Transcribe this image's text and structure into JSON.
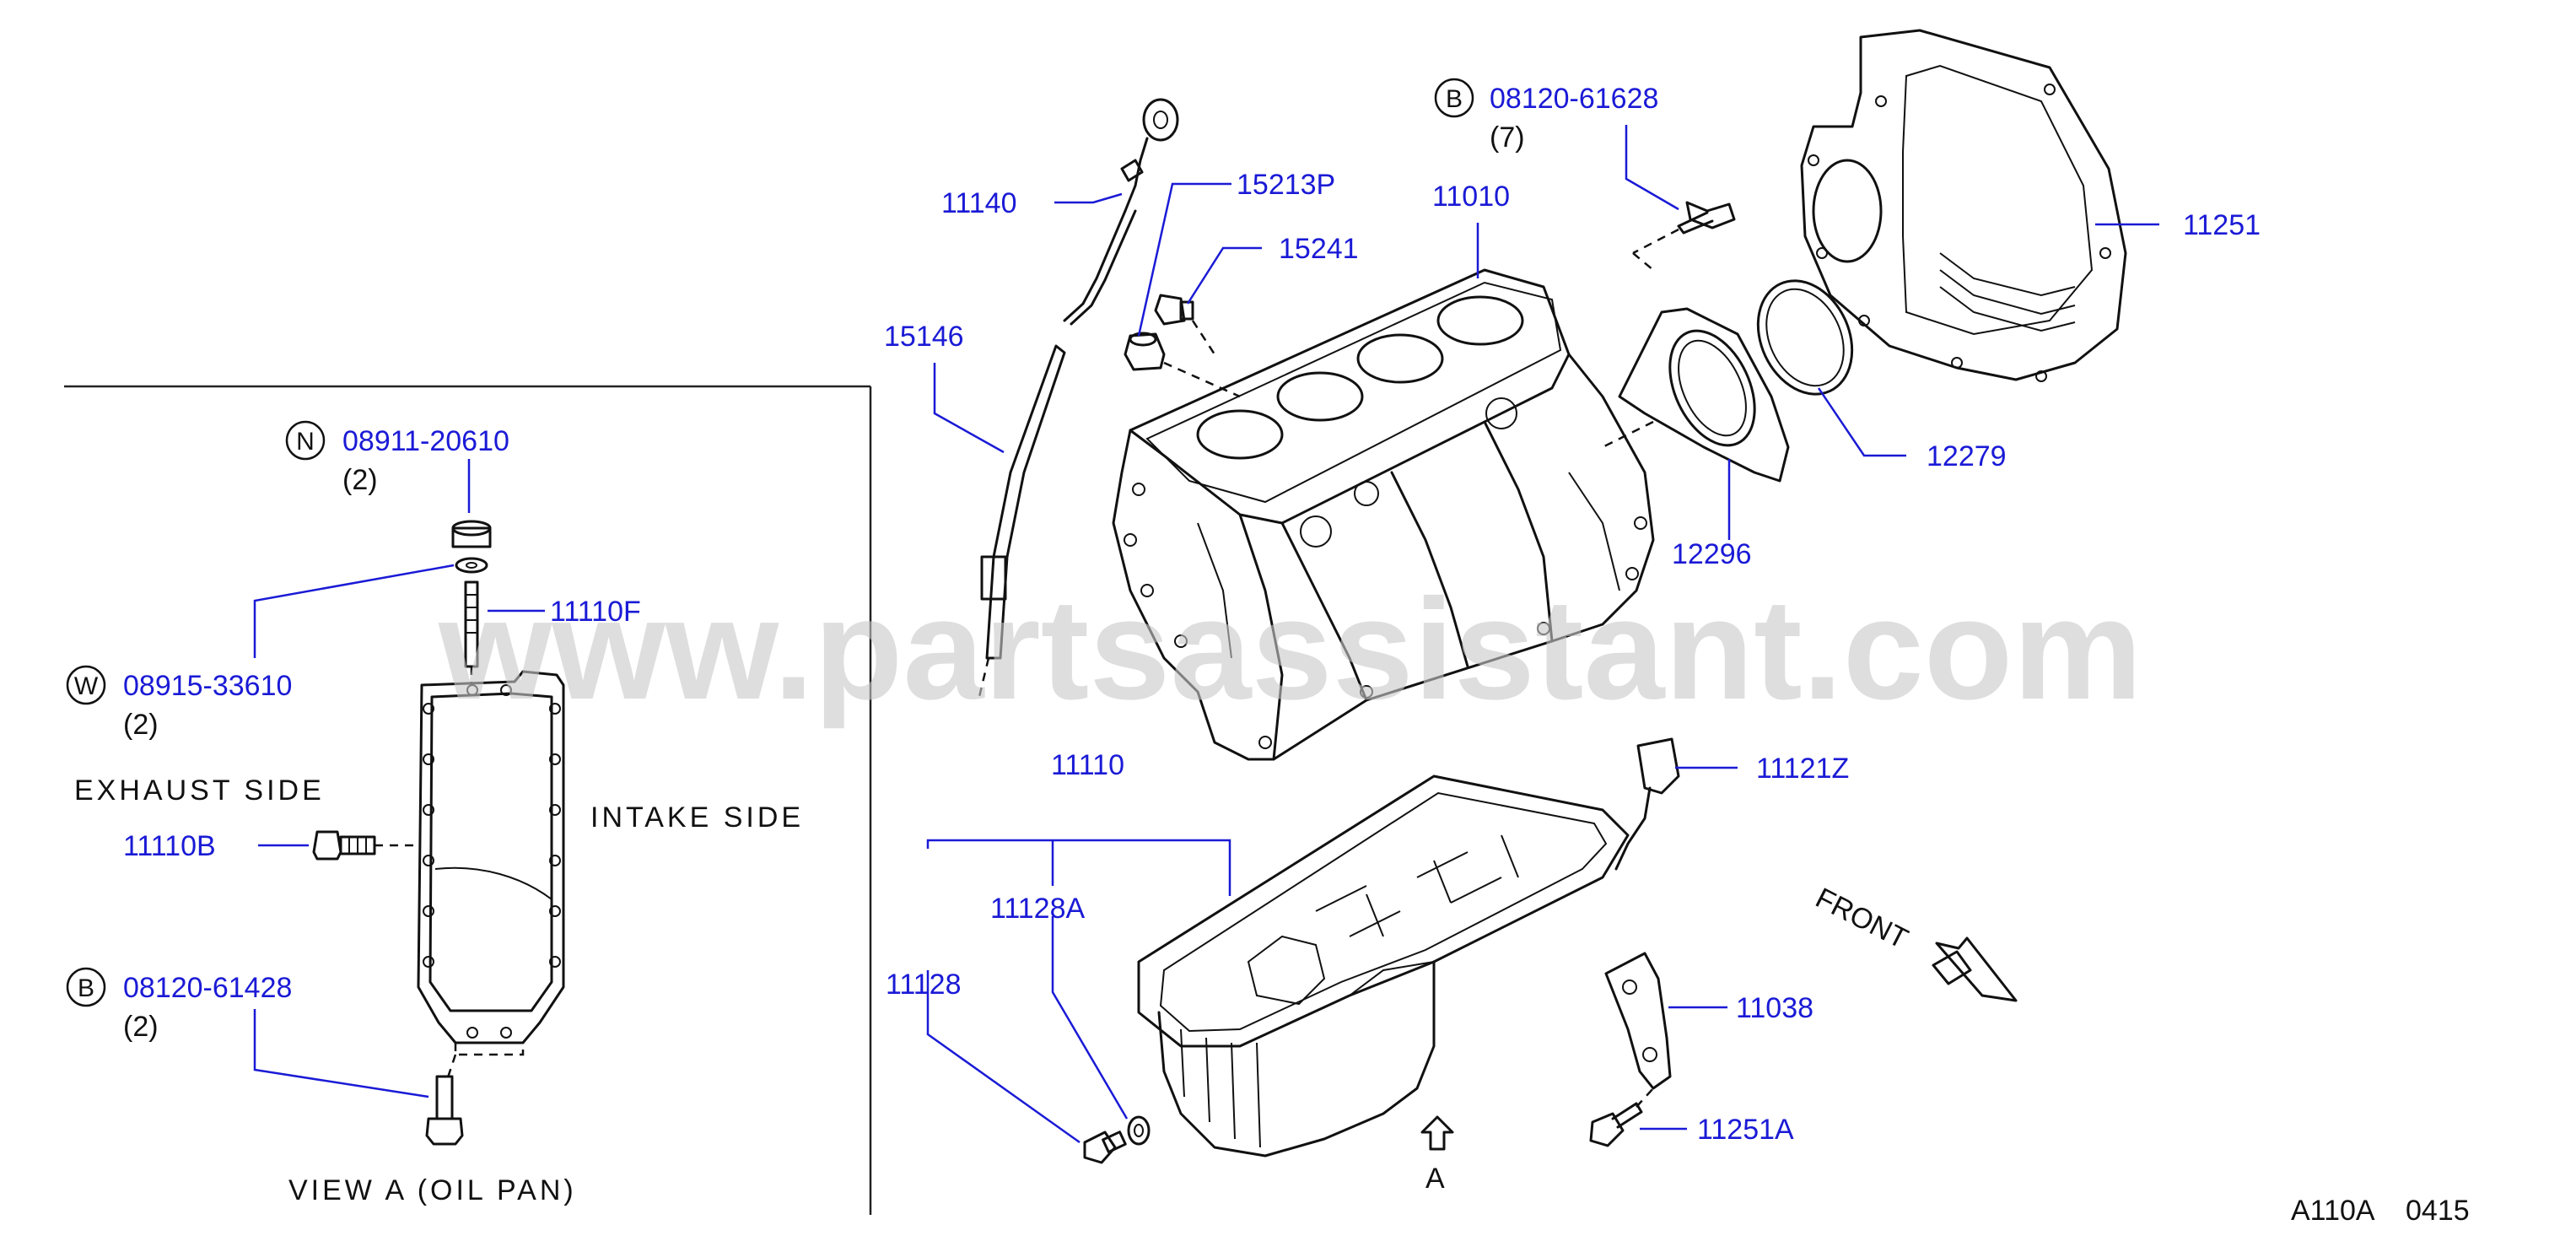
{
  "watermark": "www.partsassistant.com",
  "diagram_code": "A110A",
  "diagram_rev": "0415",
  "view_caption": "VIEW A (OIL PAN)",
  "side_labels": {
    "exhaust": "EXHAUST SIDE",
    "intake": "INTAKE SIDE"
  },
  "front_label": "FRONT",
  "view_arrow_label": "A",
  "parts": {
    "p11140": "11140",
    "p15213P": "15213P",
    "p15241": "15241",
    "p15146": "15146",
    "p11010": "11010",
    "p11251": "11251",
    "p12279": "12279",
    "p12296": "12296",
    "p11121Z": "11121Z",
    "p11110": "11110",
    "p11128A": "11128A",
    "p11128": "11128",
    "p11038": "11038",
    "p11251A": "11251A",
    "p11110F": "11110F",
    "p11110B": "11110B"
  },
  "fasteners": {
    "bolt_b_top": {
      "tag": "B",
      "number": "08120-61628",
      "qty": "(7)"
    },
    "nut_n": {
      "tag": "N",
      "number": "08911-20610",
      "qty": "(2)"
    },
    "washer_w": {
      "tag": "W",
      "number": "08915-33610",
      "qty": "(2)"
    },
    "bolt_b_left": {
      "tag": "B",
      "number": "08120-61428",
      "qty": "(2)"
    }
  },
  "colors": {
    "callout": "#1a1ad6",
    "line": "#111111",
    "watermark": "#c9c9c9"
  }
}
